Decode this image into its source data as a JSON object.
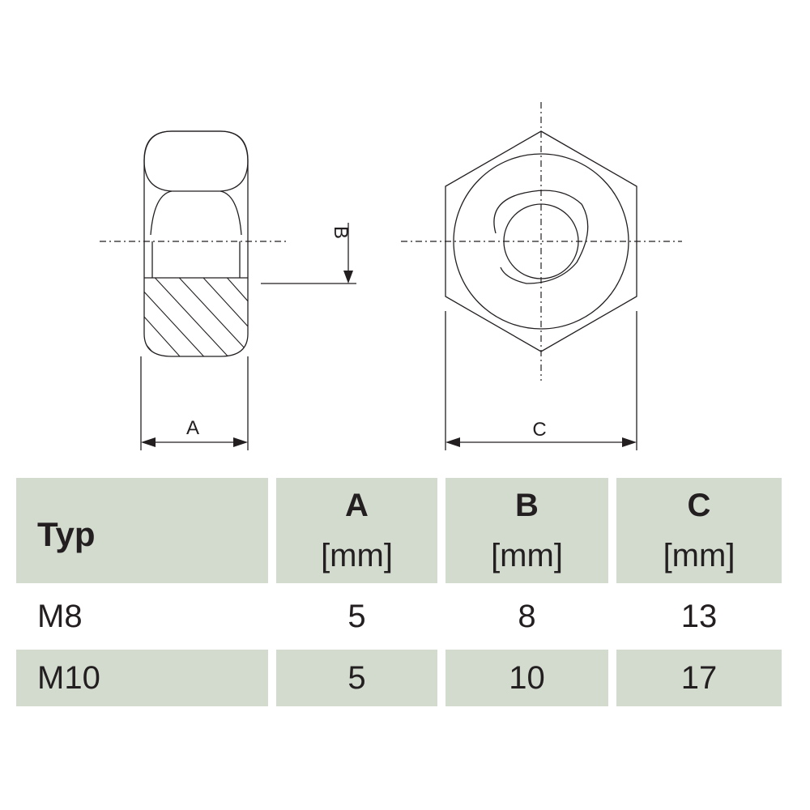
{
  "diagram": {
    "label_a": "A",
    "label_b": "B",
    "label_c": "C",
    "line_color": "#231f20"
  },
  "table": {
    "header_fill": "#d3dbcf",
    "columns": [
      {
        "key": "typ",
        "label": "Typ",
        "unit": ""
      },
      {
        "key": "a",
        "label": "A",
        "unit": "[mm]"
      },
      {
        "key": "b",
        "label": "B",
        "unit": "[mm]"
      },
      {
        "key": "c",
        "label": "C",
        "unit": "[mm]"
      }
    ],
    "rows": [
      {
        "typ": "M8",
        "a": "5",
        "b": "8",
        "c": "13"
      },
      {
        "typ": "M10",
        "a": "5",
        "b": "10",
        "c": "17"
      }
    ]
  }
}
